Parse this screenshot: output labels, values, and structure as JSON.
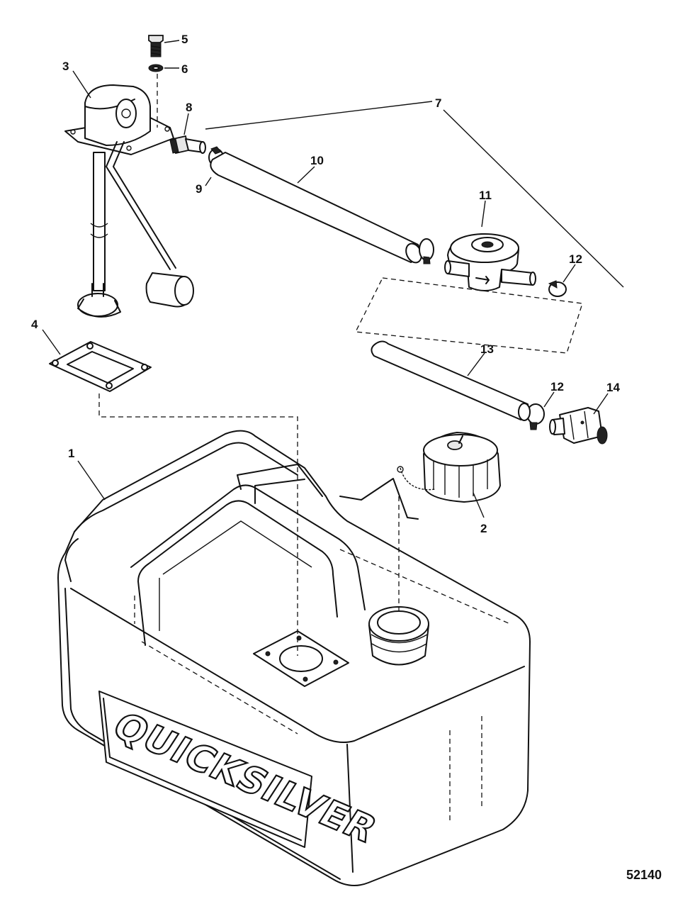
{
  "diagram": {
    "callouts": [
      "1",
      "2",
      "3",
      "4",
      "5",
      "6",
      "7",
      "8",
      "9",
      "10",
      "11",
      "12",
      "12",
      "13",
      "14"
    ],
    "brand_text": "QUICKSILVER",
    "figure_number": "52140"
  }
}
